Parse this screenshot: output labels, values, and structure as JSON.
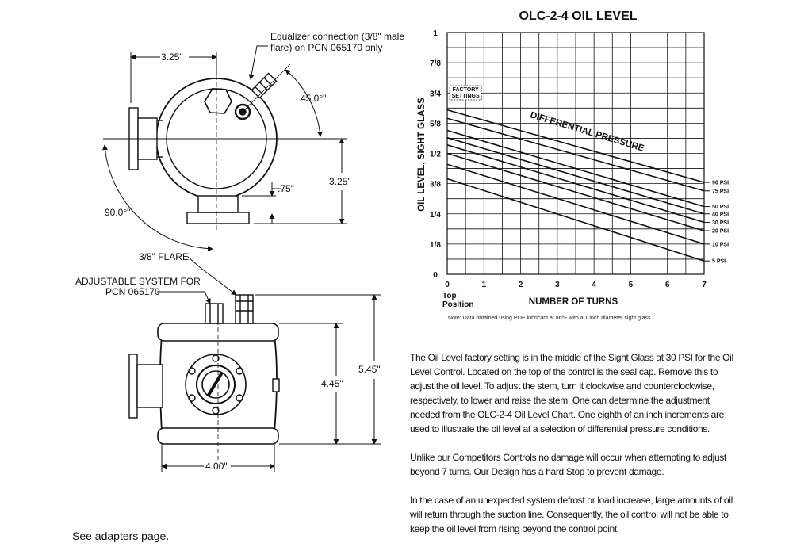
{
  "drawing": {
    "top_view": {
      "dim_width": "3.25\"",
      "dim_height": "3.25\"",
      "dim_small": ".75\"",
      "dim_angle_right": "45.0°\"",
      "dim_angle_left": "90.0°\"",
      "equalizer_note": [
        "Equalizer connection (3/8\" male",
        "flare) on PCN 065170 only"
      ]
    },
    "side_view": {
      "flare_label": "3/8\" FLARE",
      "adjustable_label": [
        "ADJUSTABLE SYSTEM FOR",
        "PCN 065170"
      ],
      "dim_inner_height": "4.45\"",
      "dim_total_height": "5.45\"",
      "dim_width": "4.00\""
    }
  },
  "chart_data": {
    "type": "line",
    "title": "OLC-2-4 OIL LEVEL",
    "xlabel": "NUMBER OF TURNS",
    "x_sublabel": [
      "Top",
      "Position"
    ],
    "ylabel": "OIL LEVEL, SIGHT GLASS",
    "xlim": [
      0,
      7
    ],
    "ylim": [
      0,
      1
    ],
    "x_ticks": [
      "0",
      "1",
      "2",
      "3",
      "4",
      "5",
      "6",
      "7"
    ],
    "y_ticks": [
      {
        "value": 0,
        "label": "0"
      },
      {
        "value": 0.125,
        "label": "1/8"
      },
      {
        "value": 0.25,
        "label": "1/4"
      },
      {
        "value": 0.375,
        "label": "3/8"
      },
      {
        "value": 0.5,
        "label": "1/2"
      },
      {
        "value": 0.625,
        "label": "5/8"
      },
      {
        "value": 0.75,
        "label": "3/4"
      },
      {
        "value": 0.875,
        "label": "7/8"
      },
      {
        "value": 1,
        "label": "1"
      }
    ],
    "grid": true,
    "annotation": "DIFFERENTIAL PRESSURE",
    "factory_label": [
      "FACTORY",
      "SETTINGS"
    ],
    "factory_x": 0.5,
    "series": [
      {
        "name": "90 PSI",
        "x": [
          0,
          7
        ],
        "y": [
          0.68,
          0.38
        ]
      },
      {
        "name": "75 PSI",
        "x": [
          0,
          7
        ],
        "y": [
          0.645,
          0.345
        ]
      },
      {
        "name": "50 PSI",
        "x": [
          0,
          7
        ],
        "y": [
          0.595,
          0.28
        ]
      },
      {
        "name": "40 PSI",
        "x": [
          0,
          7
        ],
        "y": [
          0.565,
          0.25
        ]
      },
      {
        "name": "30 PSI",
        "x": [
          0,
          7
        ],
        "y": [
          0.535,
          0.215
        ]
      },
      {
        "name": "20 PSI",
        "x": [
          0,
          7
        ],
        "y": [
          0.5,
          0.18
        ]
      },
      {
        "name": "10 PSI",
        "x": [
          0,
          7
        ],
        "y": [
          0.455,
          0.125
        ]
      },
      {
        "name": "5 PSI",
        "x": [
          0,
          7
        ],
        "y": [
          0.395,
          0.055
        ]
      }
    ],
    "note": "Note: Data obtained using POE lubricant at 86ºF with a 1 inch diameter sight glass."
  },
  "text": {
    "p1": "The Oil Level factory setting is in the middle of the Sight Glass at 30 PSI for the Oil Level Control. Located on the top of the control is the seal cap. Remove this to adjust the oil level. To adjust the stem, turn it clockwise and counterclockwise, respectively, to lower and raise the stem. One can determine the adjustment needed from the OLC-2-4 Oil Level Chart. One eighth of an inch increments are used to illustrate the oil level at a selection of differential pressure conditions.",
    "p2": "Unlike our Competitors Controls no damage will occur when attempting to adjust beyond 7 turns. Our Design has a hard Stop to prevent damage.",
    "p3": "In the case of an unexpected system defrost or load increase, large amounts of oil will return through the suction line. Consequently, the oil control will not be able to keep the oil level from rising beyond the control point.",
    "footer": "See adapters page."
  }
}
